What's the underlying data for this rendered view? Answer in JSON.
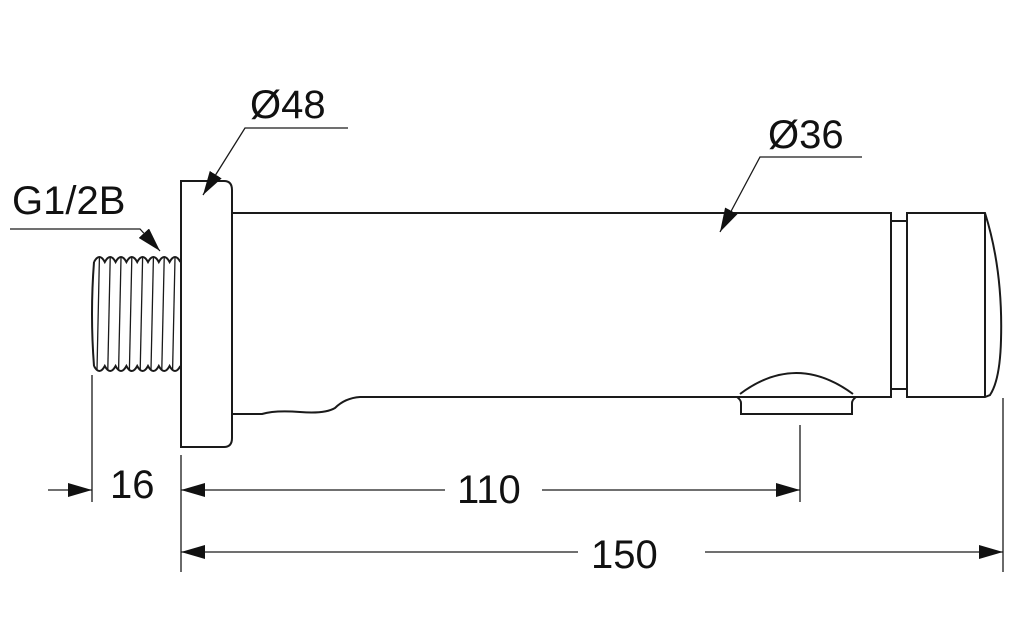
{
  "labels": {
    "flange_diameter": "Ø48",
    "body_diameter": "Ø36",
    "thread": "G1/2B",
    "thread_length": "16",
    "outlet_distance": "110",
    "total_length": "150"
  }
}
